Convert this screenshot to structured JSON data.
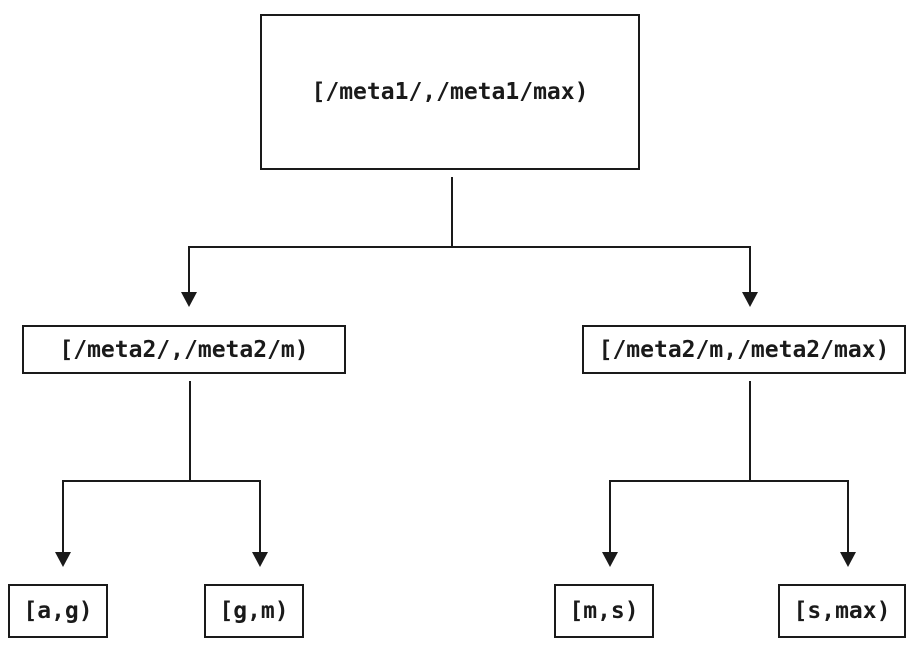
{
  "diagram": {
    "type": "tree",
    "line_color": "#1a1a1a",
    "box_border_color": "#1a1a1a",
    "text_color": "#1a1a1a",
    "background_color": "#ffffff",
    "nodes": {
      "root": {
        "label": "[/meta1/,/meta1/max)"
      },
      "meta2_low": {
        "label": "[/meta2/,/meta2/m)"
      },
      "meta2_high": {
        "label": "[/meta2/m,/meta2/max)"
      },
      "leaf_a_g": {
        "label": "[a,g)"
      },
      "leaf_g_m": {
        "label": "[g,m)"
      },
      "leaf_m_s": {
        "label": "[m,s)"
      },
      "leaf_s_max": {
        "label": "[s,max)"
      }
    },
    "edges": [
      {
        "from": "root",
        "to": "meta2_low"
      },
      {
        "from": "root",
        "to": "meta2_high"
      },
      {
        "from": "meta2_low",
        "to": "leaf_a_g"
      },
      {
        "from": "meta2_low",
        "to": "leaf_g_m"
      },
      {
        "from": "meta2_high",
        "to": "leaf_m_s"
      },
      {
        "from": "meta2_high",
        "to": "leaf_s_max"
      }
    ]
  }
}
